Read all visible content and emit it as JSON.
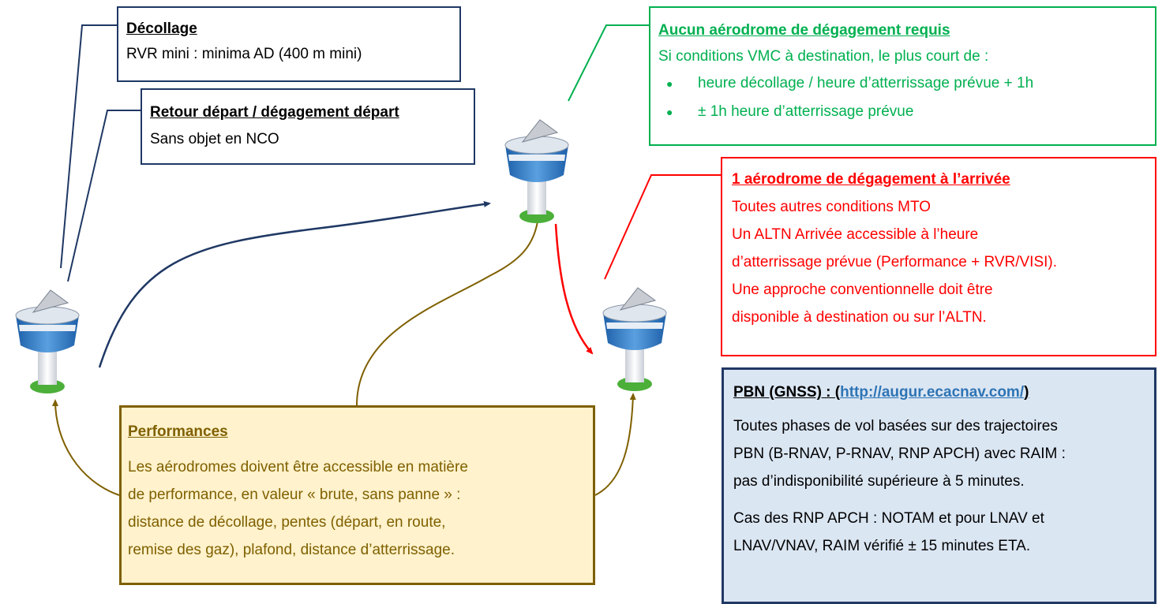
{
  "takeoff": {
    "title": "Décollage",
    "text": "RVR mini : minima AD (400 m mini)"
  },
  "return": {
    "title": "Retour départ / dégagement départ",
    "text": "Sans objet en NCO"
  },
  "no_alternate": {
    "title": "Aucun aérodrome de dégagement requis",
    "intro": "Si conditions VMC à destination, le plus court de :",
    "items": [
      "heure décollage / heure d’atterrissage prévue + 1h",
      "± 1h heure d’atterrissage prévue"
    ],
    "bullet": "●",
    "color": "#00b050"
  },
  "alternate": {
    "title": "1 aérodrome de dégagement à l’arrivée",
    "lines": [
      "Toutes autres conditions MTO",
      "Un ALTN Arrivée accessible à l’heure",
      "d’atterrissage prévue (Performance + RVR/VISI).",
      "Une approche conventionnelle doit être",
      "disponible à destination ou sur l’ALTN."
    ],
    "color": "#ff0000"
  },
  "pbn": {
    "title_prefix": "PBN (GNSS) : (",
    "link": "http://augur.ecacnav.com/",
    "title_suffix": ")",
    "para1_lines": [
      "Toutes phases de vol basées sur des trajectoires",
      "PBN (B-RNAV, P-RNAV, RNP APCH) avec RAIM :",
      "pas d’indisponibilité supérieure à 5 minutes."
    ],
    "para2_lines": [
      "Cas des RNP APCH : NOTAM et pour LNAV et",
      "LNAV/VNAV, RAIM vérifié ± 15 minutes ETA."
    ],
    "background": "#dbe6f3",
    "border": "#1f3864"
  },
  "performance": {
    "title": "Performances",
    "lines": [
      "Les aérodromes doivent être accessible en matière",
      "de performance, en valeur « brute, sans panne » :",
      "distance de décollage, pentes (départ, en route,",
      "remise des gaz), plafond, distance d’atterrissage."
    ],
    "background": "#fff2cc",
    "border": "#7f6000"
  },
  "towers": [
    {
      "id": "departure",
      "icon": "control-tower-icon"
    },
    {
      "id": "destination",
      "icon": "control-tower-icon"
    },
    {
      "id": "alternate",
      "icon": "control-tower-icon"
    }
  ],
  "colors": {
    "navy": "#1f3864",
    "green": "#00b050",
    "red": "#ff0000",
    "brown": "#7f6000"
  }
}
